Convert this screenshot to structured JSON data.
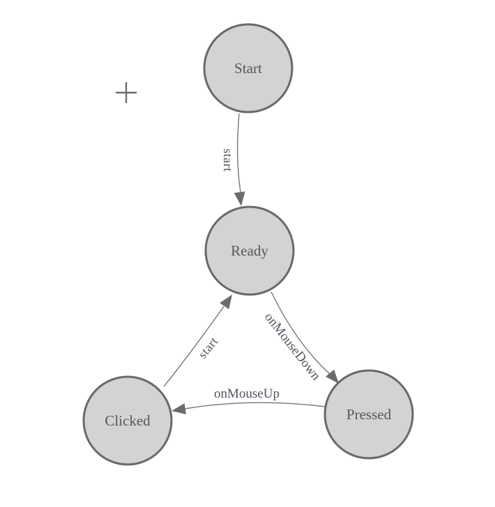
{
  "diagram": {
    "kind": "state-machine",
    "colors": {
      "node_fill": "#d3d3d3",
      "node_stroke": "#696969",
      "edge_stroke": "#757575",
      "arrow_fill": "#6b6b6b",
      "node_text": "#54575b",
      "edge_text": "#4f545c",
      "marker_color": "#6a6a6a",
      "canvas_bg": "#ffffff"
    },
    "nodes": [
      {
        "id": "start",
        "label": "Start"
      },
      {
        "id": "ready",
        "label": "Ready"
      },
      {
        "id": "clicked",
        "label": "Clicked"
      },
      {
        "id": "pressed",
        "label": "Pressed"
      }
    ],
    "edges": [
      {
        "from": "Start",
        "to": "Ready",
        "label": "start"
      },
      {
        "from": "Clicked",
        "to": "Ready",
        "label": "start"
      },
      {
        "from": "Ready",
        "to": "Pressed",
        "label": "onMouseDown"
      },
      {
        "from": "Pressed",
        "to": "Clicked",
        "label": "onMouseUp"
      }
    ],
    "marker": {
      "icon": "plus-icon",
      "symbol": "+"
    }
  }
}
